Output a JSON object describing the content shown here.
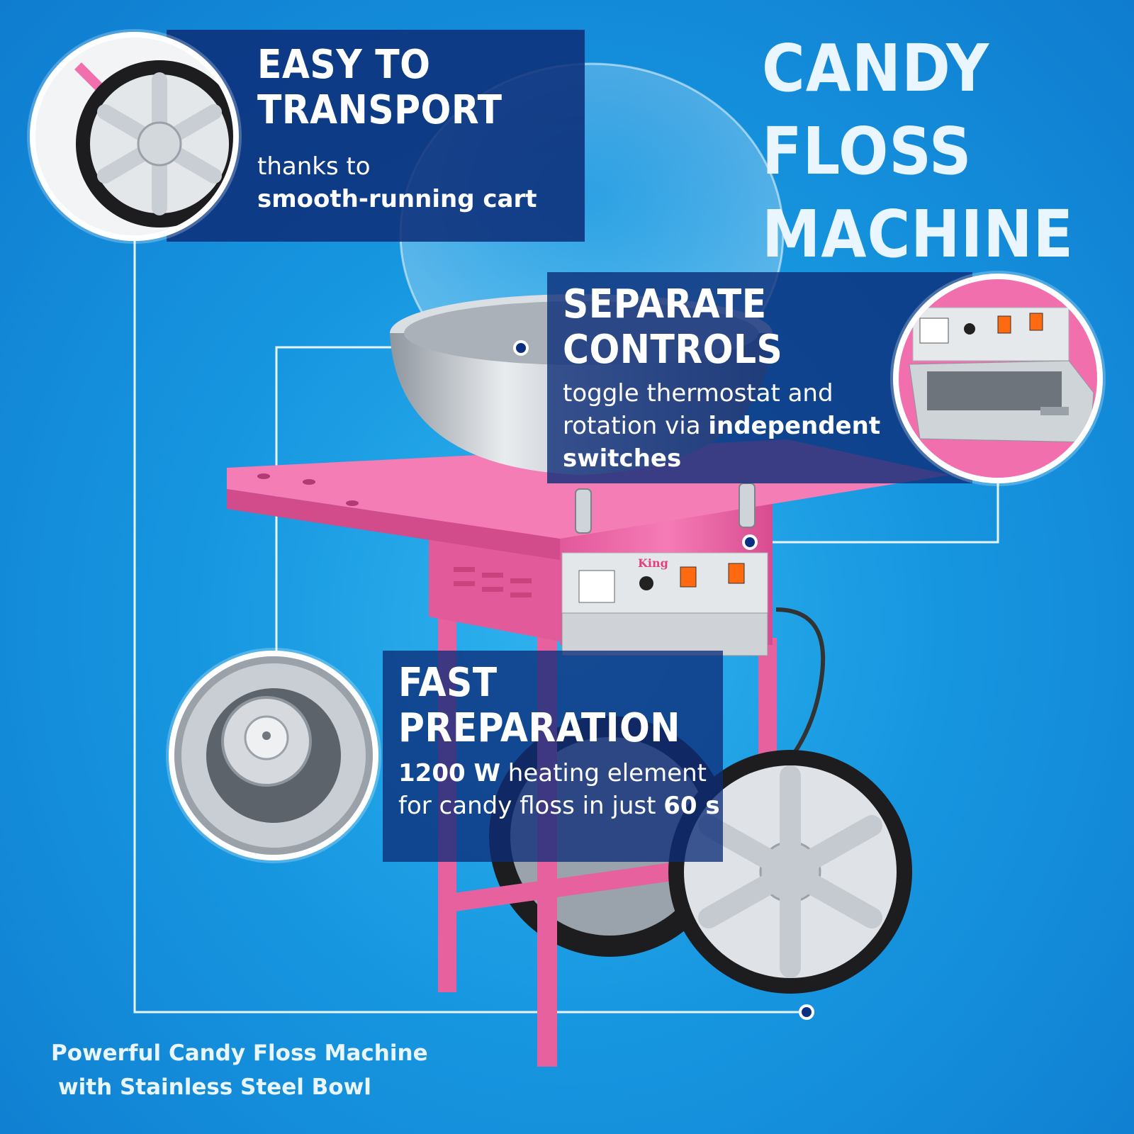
{
  "title": {
    "line1": "CANDY FLOSS",
    "line2": "MACHINE"
  },
  "features": [
    {
      "heading": "EASY TO TRANSPORT",
      "line1": "thanks to",
      "line2_bold": "smooth-running cart",
      "icon": "wheel-closeup"
    },
    {
      "heading": "SEPARATE CONTROLS",
      "line1": "toggle thermostat and",
      "line2_pre": "rotation via ",
      "line2_bold": "independent",
      "line3_bold": "switches",
      "icon": "control-panel-closeup"
    },
    {
      "heading": "FAST PREPARATION",
      "line1_bold": "1200 W",
      "line1_rest": " heating element",
      "line2_pre": "for candy floss in just ",
      "line2_bold": "60 s",
      "icon": "spinner-head-closeup"
    }
  ],
  "caption": {
    "line1": "Powerful Candy Floss Machine",
    "line2": "with Stainless Steel Bowl"
  },
  "panel_brand": "King",
  "colors": {
    "background": "#1797e0",
    "panel": "#0d2d78",
    "cart_pink": "#f26fae",
    "steel": "#c9ced4",
    "marker": "#0b2f80"
  }
}
